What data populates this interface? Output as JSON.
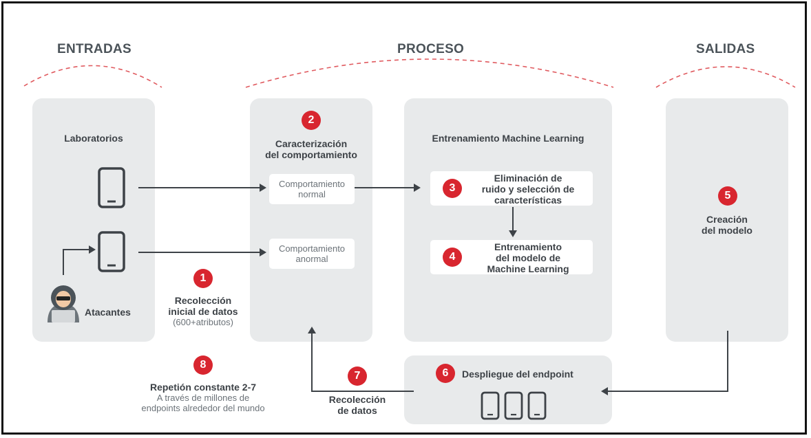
{
  "headings": {
    "entradas": "ENTRADAS",
    "proceso": "PROCESO",
    "salidas": "SALIDAS"
  },
  "inputs": {
    "laboratorios": "Laboratorios",
    "atacantes": "Atacantes"
  },
  "step1": {
    "num": "1",
    "title_line1": "Recolección",
    "title_line2": "inicial de datos",
    "subtitle": "(600+atributos)"
  },
  "step2": {
    "num": "2",
    "title_line1": "Caracterización",
    "title_line2": "del comportamiento",
    "normal_line1": "Comportamiento",
    "normal_line2": "normal",
    "anormal_line1": "Comportamiento",
    "anormal_line2": "anormal"
  },
  "ml": {
    "title": "Entrenamiento Machine Learning"
  },
  "step3": {
    "num": "3",
    "line1": "Eliminación de",
    "line2": "ruido y selección de",
    "line3": "características"
  },
  "step4": {
    "num": "4",
    "line1": "Entrenamiento",
    "line2": "del modelo de",
    "line3": "Machine Learning"
  },
  "step5": {
    "num": "5",
    "line1": "Creación",
    "line2": "del modelo"
  },
  "step6": {
    "num": "6",
    "title": "Despliegue del endpoint"
  },
  "step7": {
    "num": "7",
    "line1": "Recolección",
    "line2": "de datos"
  },
  "step8": {
    "num": "8",
    "title": "Repetión constante 2-7",
    "line1": "A través de millones de",
    "line2": "endpoints alrededor del mundo"
  },
  "colors": {
    "accent_red": "#d8262f",
    "panel_gray": "#e8eaeb",
    "text_dark": "#3d4247",
    "dashed_arc": "#e05a5f"
  }
}
